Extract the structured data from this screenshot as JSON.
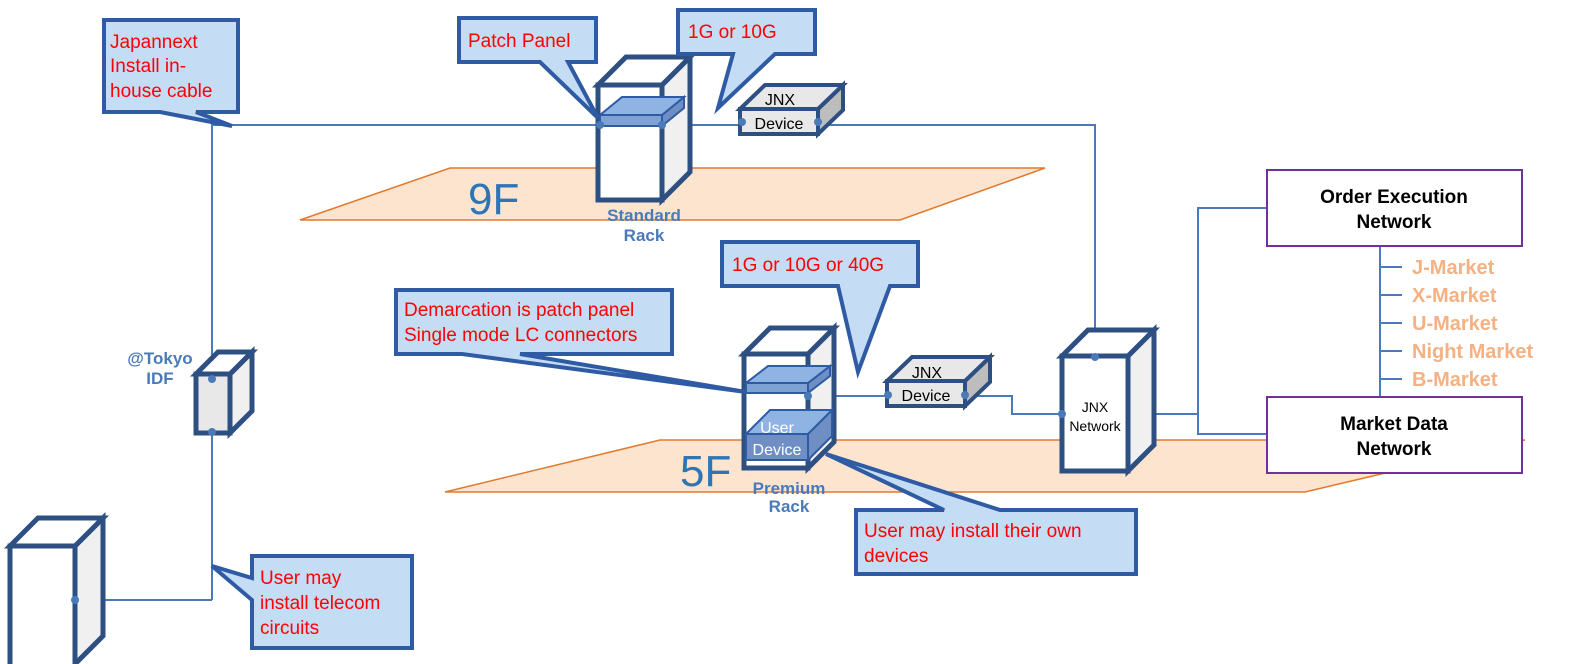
{
  "floors": {
    "upper": "9F",
    "lower": "5F"
  },
  "racks": {
    "standard": [
      "Standard",
      "Rack"
    ],
    "premium": [
      "Premium",
      "Rack"
    ],
    "idf": [
      "@Tokyo",
      "IDF"
    ]
  },
  "devices": {
    "jnx_upper": [
      "JNX",
      "Device"
    ],
    "jnx_lower": [
      "JNX",
      "Device"
    ],
    "jnx_network": [
      "JNX",
      "Network"
    ],
    "user_device": [
      "User",
      "Device"
    ]
  },
  "networks": {
    "order_execution": [
      "Order Execution",
      "Network"
    ],
    "market_data": [
      "Market Data",
      "Network"
    ]
  },
  "markets": [
    "J-Market",
    "X-Market",
    "U-Market",
    "Night Market",
    "B-Market"
  ],
  "callouts": {
    "japannext": [
      "Japannext",
      "Install in-",
      "house cable"
    ],
    "patch_panel": [
      "Patch Panel"
    ],
    "speed_upper": [
      "1G or 10G"
    ],
    "speed_lower": [
      "1G or 10G or 40G"
    ],
    "demarcation": [
      "Demarcation is patch panel",
      "Single mode LC connectors"
    ],
    "user_devices": [
      "User may install their own",
      "devices"
    ],
    "telecom": [
      "User may",
      "install telecom",
      "circuits"
    ]
  },
  "colors": {
    "callout_text": "#ff0000",
    "callout_fill": "#c5dcf5",
    "callout_border": "#2e5ba3",
    "connection_line": "#4a7ab8",
    "floor_fill": "#fde4cf",
    "floor_border": "#e07a2e",
    "network_border": "#7030a0",
    "market_text": "#f4b183"
  }
}
